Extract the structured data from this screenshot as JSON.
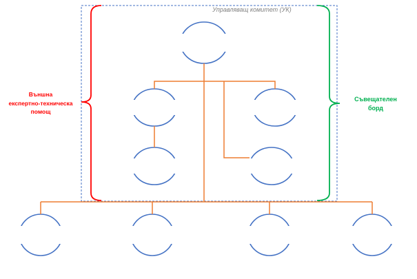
{
  "title": "Управляващ комитет (УК)",
  "labels": {
    "external_help": {
      "lines": [
        "Външна",
        "експертно-техническа",
        "помощ"
      ],
      "color": "#FF0000"
    },
    "advisory_board": {
      "lines": [
        "Съвещателен",
        "борд"
      ],
      "color": "#00B050"
    }
  },
  "colors": {
    "node_stroke": "#4472C4",
    "connector": "#ED7D31",
    "boundary": "#4472C4",
    "title_text": "#808080",
    "external_help_brace": "#FF0000",
    "advisory_board_brace": "#00B050"
  }
}
